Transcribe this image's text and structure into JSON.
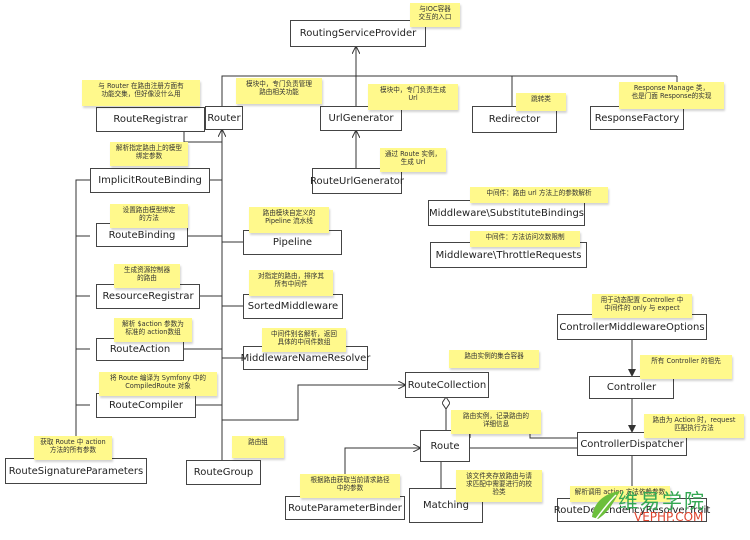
{
  "classes": {
    "routing_service_provider": "RoutingServiceProvider",
    "route_registrar": "RouteRegistrar",
    "router": "Router",
    "url_generator": "UrlGenerator",
    "redirector": "Redirector",
    "response_factory": "ResponseFactory",
    "implicit_route_binding": "ImplicitRouteBinding",
    "route_url_generator": "RouteUrlGenerator",
    "middleware_substitute_bindings": "Middleware\\SubstituteBindings",
    "route_binding": "RouteBinding",
    "pipeline": "Pipeline",
    "middleware_throttle_requests": "Middleware\\ThrottleRequests",
    "resource_registrar": "ResourceRegistrar",
    "sorted_middleware": "SortedMiddleware",
    "controller_middleware_options": "ControllerMiddlewareOptions",
    "route_action": "RouteAction",
    "middleware_name_resolver": "MiddlewareNameResolver",
    "route_collection": "RouteCollection",
    "route_compiler": "RouteCompiler",
    "controller": "Controller",
    "route": "Route",
    "controller_dispatcher": "ControllerDispatcher",
    "route_signature_parameters": "RouteSignatureParameters",
    "route_group": "RouteGroup",
    "matching": "Matching",
    "route_parameter_binder": "RouteParameterBinder",
    "route_dependency_resolver_trait": "RouteDependencyResolverTrait"
  },
  "notes": {
    "ioc_entry": "与IOC容器\n交互的入口",
    "registrar": "与 Router 在路由注册方面有\n功能交集，但好像没什么用",
    "router": "模块中，专门负责管理\n路由相关功能",
    "url": "模块中，专门负责生成\nUrl",
    "redirect": "跳转类",
    "response": "Response Manage 类，\n也是门面 Response的实现",
    "implicit_binding": "解析指定路由上的模型\n绑定参数",
    "route_url": "通过 Route 实例，\n生成 Url",
    "substitute": "中间件：路由 url 方法上的参数解析",
    "route_binding": "设置路由模型绑定\n的方法",
    "pipeline": "路由模块自定义的\nPipeline 流水线",
    "throttle": "中间件：方法访问次数限制",
    "resource": "生成资源控制器\n的路由",
    "sorted": "对指定的路由，排序其\n所有中间件",
    "controller_options": "用于动态配置 Controller 中\n中间件的 only 与 expect",
    "action": "解析 $action 参数为\n标准的 action数组",
    "name_resolver": "中间件别名解析，返回\n具体的中间件数组",
    "collection": "路由实例的集合容器",
    "compiler": "将 Route 编译为 Symfony 中的\nCompiledRoute 对象",
    "controller_base": "所有 Controller 的祖先",
    "route_instance": "路由实例，记录路由的\n详细信息",
    "dispatcher": "路由为 Action 时，request\n匹配执行方法",
    "signature": "获取 Route 中 action\n方法的所有参数",
    "group": "路由组",
    "parameter_binder": "根据路由获取当前请求路径\n中的参数",
    "matching": "该文件夹存放路由与请\n求匹配中需要进行的校\n验类",
    "dependency_resolver": "解析调用 action 方法依赖参数"
  },
  "watermark": {
    "chinese": "维易学院",
    "latin": "VEPHP.COM"
  }
}
